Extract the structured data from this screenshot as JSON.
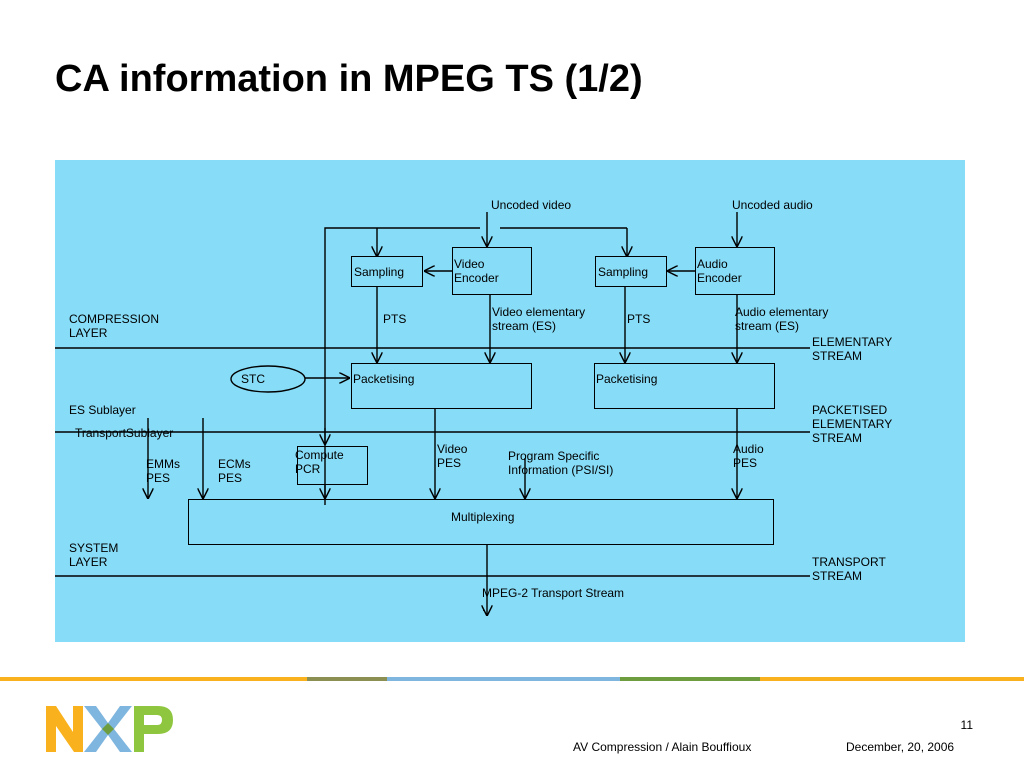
{
  "slide": {
    "title": "CA information in MPEG TS (1/2)",
    "page_number": "11",
    "author": "AV Compression / Alain Bouffioux",
    "date": "December, 20, 2006"
  },
  "diagram": {
    "uncoded_video": "Uncoded video",
    "uncoded_audio": "Uncoded audio",
    "sampling_video": "Sampling",
    "sampling_audio": "Sampling",
    "video_encoder": "Video\nEncoder",
    "audio_encoder": "Audio\nEncoder",
    "compression_layer": "COMPRESSION\nLAYER",
    "pts_video": "PTS",
    "pts_audio": "PTS",
    "video_es": "Video elementary\nstream (ES)",
    "audio_es": "Audio elementary\nstream (ES)",
    "elementary_stream": "ELEMENTARY\nSTREAM",
    "stc": "STC",
    "packetising_video": "Packetising",
    "packetising_audio": "Packetising",
    "es_sublayer": "ES Sublayer",
    "transport_sublayer": "TransportSublayer",
    "packetised_es": "PACKETISED\nELEMENTARY\nSTREAM",
    "emm_pes": "EMMs\nPES",
    "ecm_pes": "ECMs\nPES",
    "compute_pcr": "Compute\nPCR",
    "video_pes": "Video\nPES",
    "program_info": "Program Specific\nInformation (PSI/SI)",
    "audio_pes": "Audio\nPES",
    "multiplexing": "Multiplexing",
    "system_layer": "SYSTEM\nLAYER",
    "transport_stream_label": "TRANSPORT\nSTREAM",
    "ts_output": "MPEG-2 Transport Stream\n."
  },
  "colors": {
    "panel": "#87dcf7",
    "footer_yellow": "#f9b21d",
    "footer_olive": "#8b8f52",
    "footer_blue": "#7fb6df",
    "footer_green": "#6e9d3f"
  }
}
